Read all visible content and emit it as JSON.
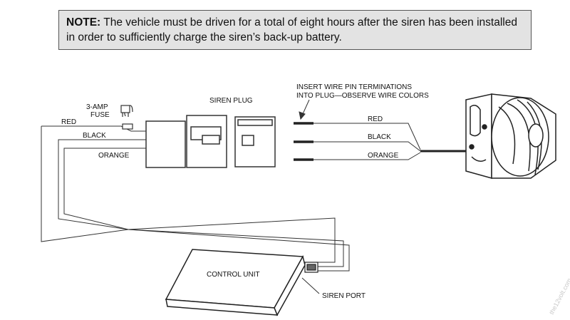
{
  "note": {
    "prefix": "NOTE:",
    "text": " The vehicle must be driven for a total of eight hours after the siren has been installed in order to sufficiently charge the siren’s back-up battery."
  },
  "labels": {
    "fuse_line1": "3-AMP",
    "fuse_line2": "FUSE",
    "siren_plug": "SIREN PLUG",
    "insert_line1": "INSERT WIRE PIN TERMINATIONS",
    "insert_line2": "INTO PLUG—OBSERVE WIRE COLORS",
    "left_wires": [
      "RED",
      "BLACK",
      "ORANGE"
    ],
    "right_wires": [
      "RED",
      "BLACK",
      "ORANGE"
    ],
    "control_unit": "CONTROL UNIT",
    "siren_port": "SIREN PORT",
    "watermark": "the12volt.com"
  },
  "colors": {
    "line": "#333333",
    "note_bg": "#e3e3e3"
  }
}
